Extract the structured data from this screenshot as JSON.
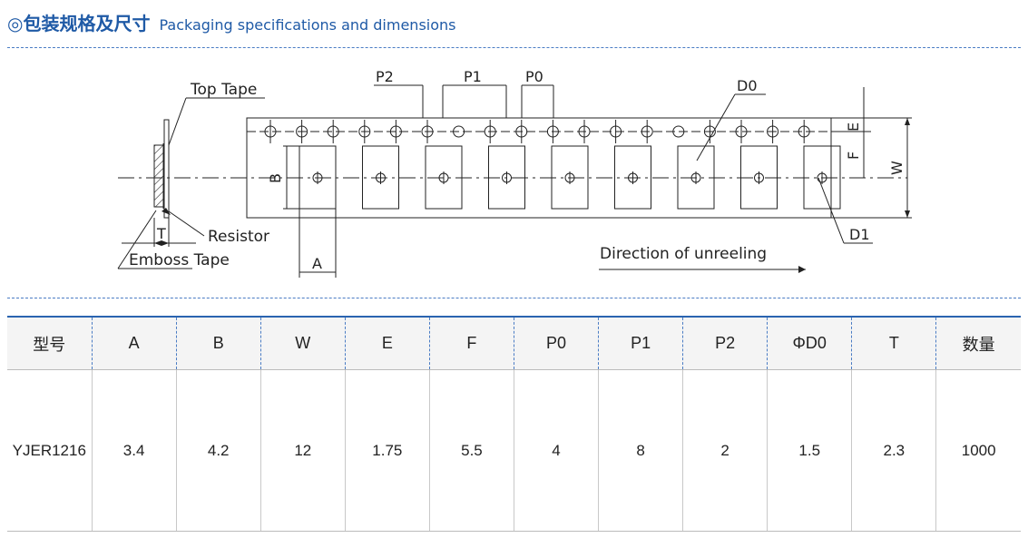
{
  "header": {
    "symbol": "◎",
    "title_cn": "包装规格及尺寸",
    "title_en": "Packaging specifications and dimensions"
  },
  "diagram": {
    "labels": {
      "top_tape": "Top Tape",
      "resistor": "Resistor",
      "emboss_tape": "Emboss Tape",
      "t": "T",
      "a": "A",
      "b": "B",
      "p2": "P2",
      "p1": "P1",
      "p0": "P0",
      "d0": "D0",
      "d1": "D1",
      "e": "E",
      "f": "F",
      "w": "W",
      "direction": "Direction of unreeling"
    }
  },
  "table": {
    "headers": [
      "型号",
      "A",
      "B",
      "W",
      "E",
      "F",
      "P0",
      "P1",
      "P2",
      "ΦD0",
      "T",
      "数量"
    ],
    "rows": [
      [
        "YJER1216",
        "3.4",
        "4.2",
        "12",
        "1.75",
        "5.5",
        "4",
        "8",
        "2",
        "1.5",
        "2.3",
        "1000"
      ]
    ]
  },
  "colors": {
    "accent": "#1f5aa6",
    "divider": "#4a7cc4"
  }
}
